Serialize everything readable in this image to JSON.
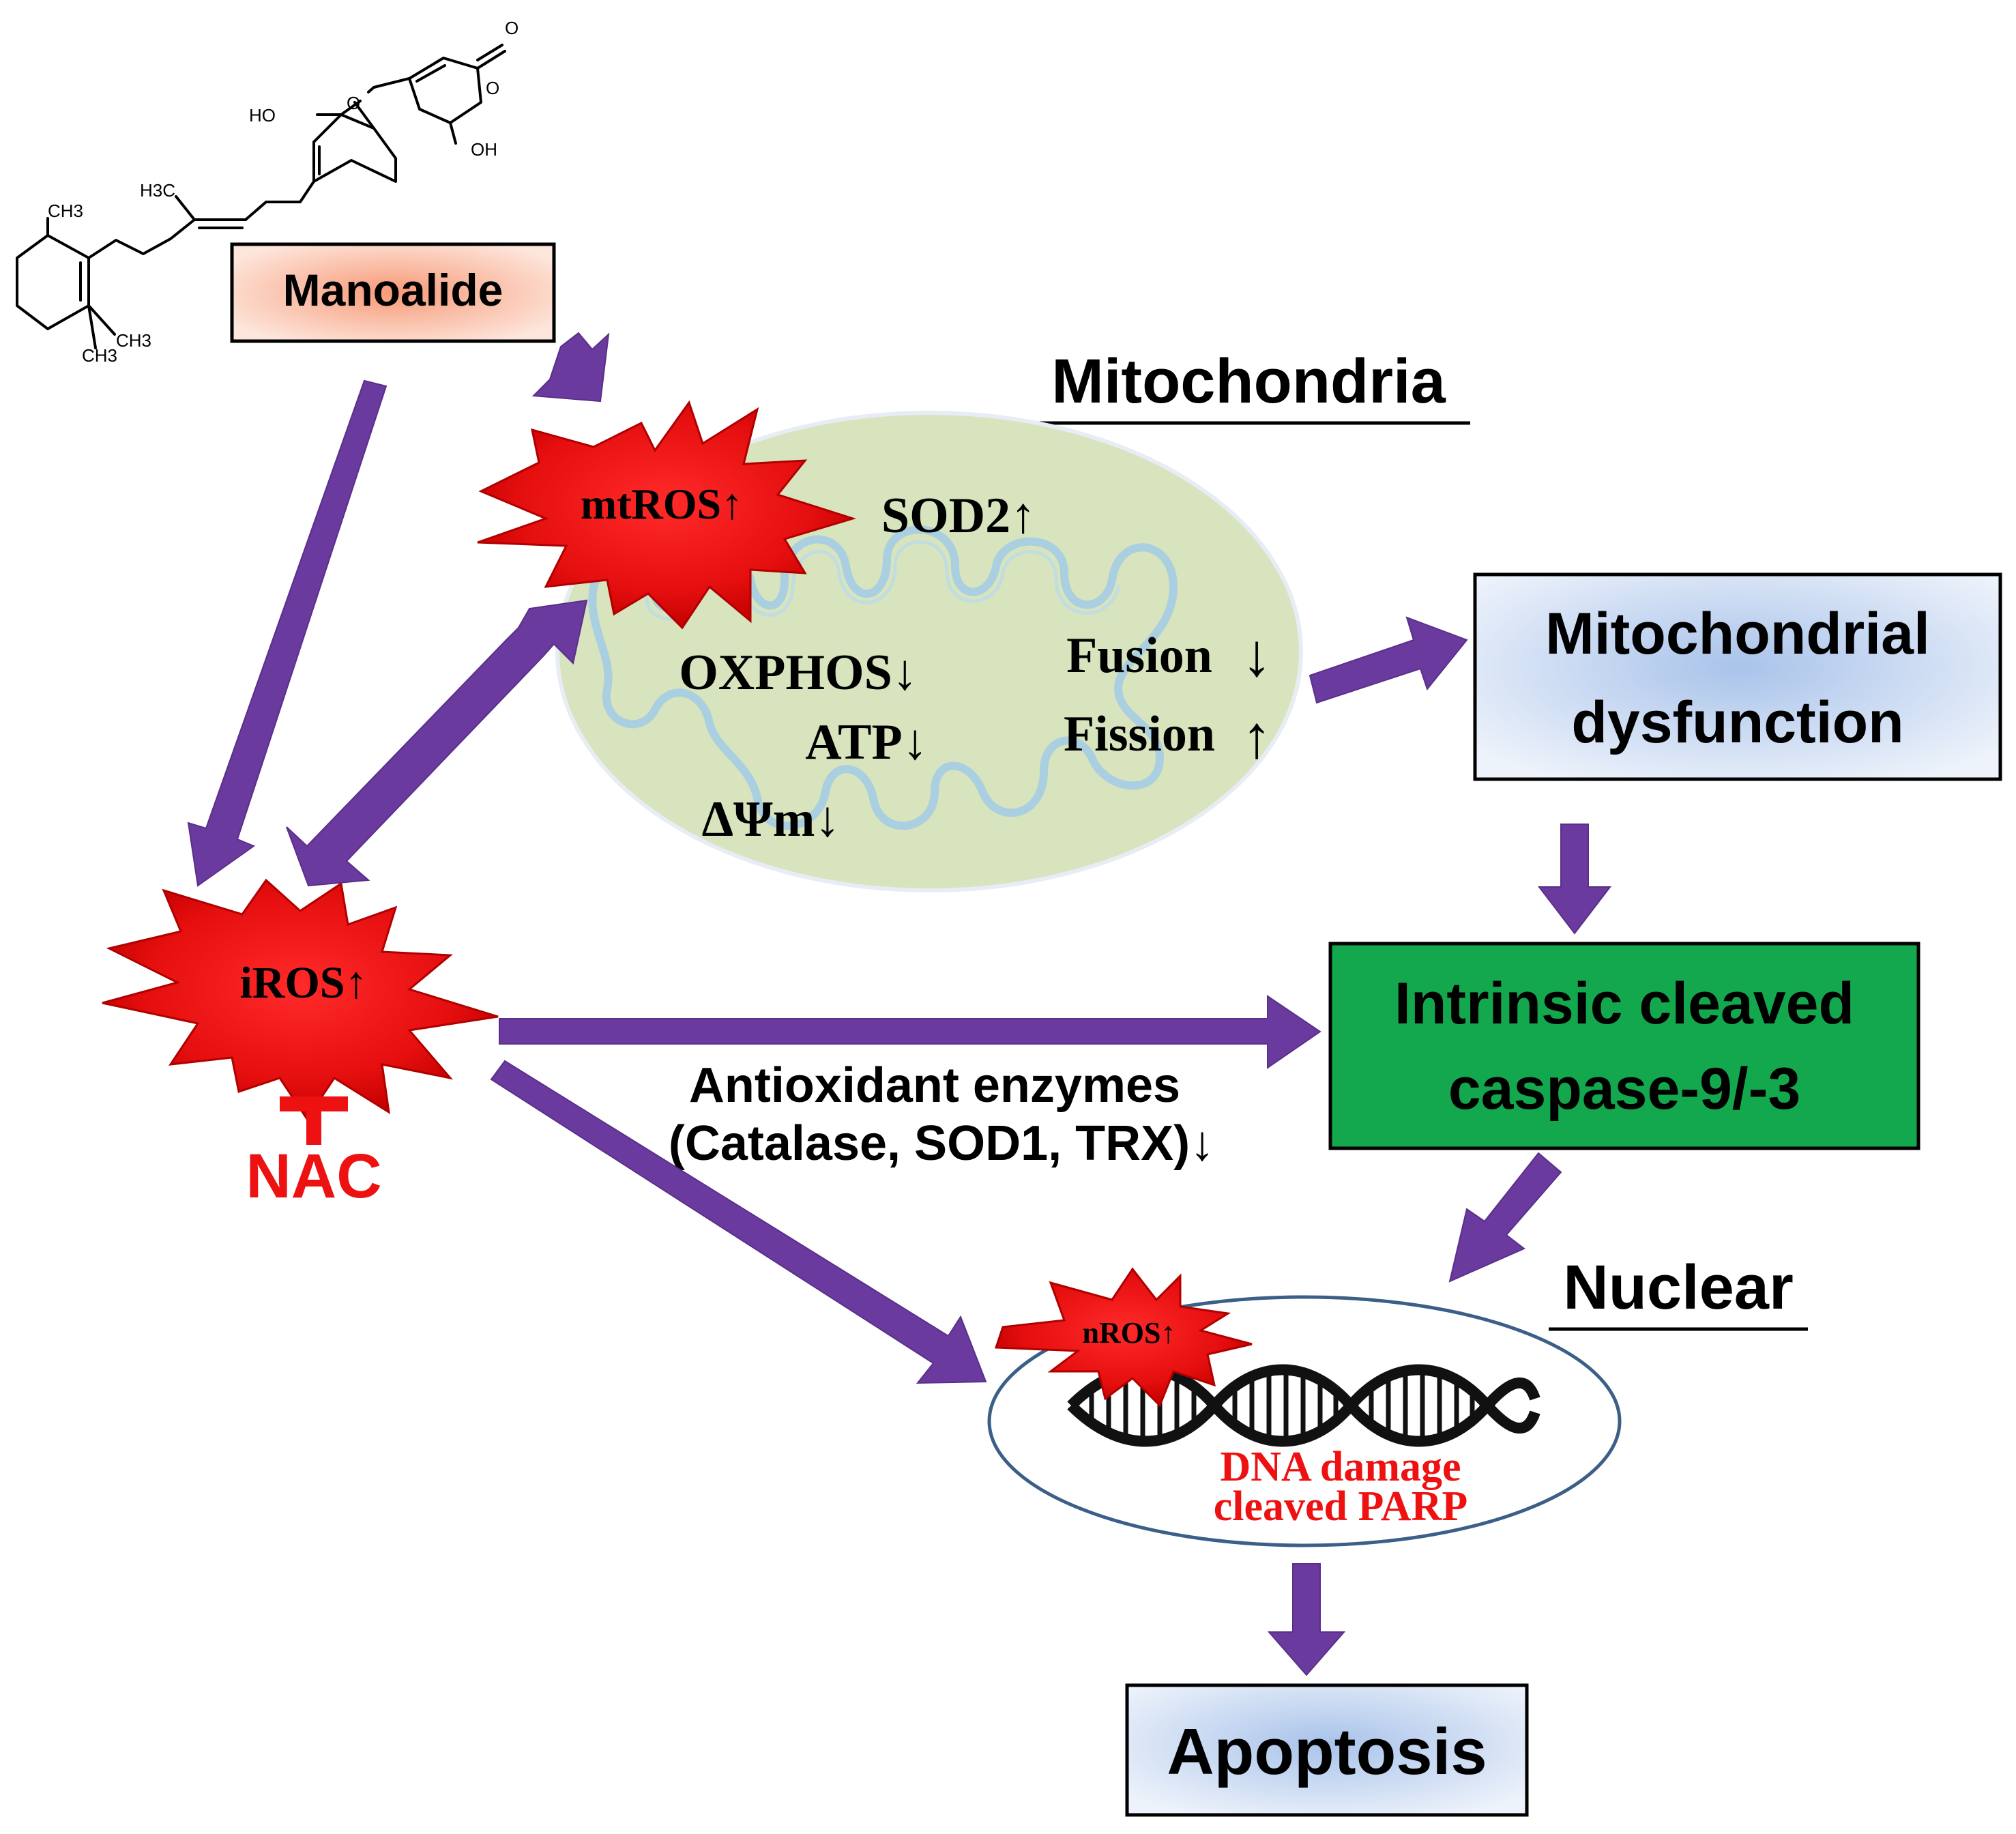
{
  "structure": {
    "ho_top": "HO",
    "oh_bottom": "OH",
    "o_ring": "O",
    "o_lactone": "O",
    "o_carbonyl": "O",
    "ch3_top_left": "CH3",
    "h3c_middle": "H3C",
    "ch3_gem_right": "CH3",
    "ch3_gem_down": "CH3"
  },
  "labels": {
    "manoalide": "Manoalide",
    "mitochondria": "Mitochondria",
    "mtros": "mtROS↑",
    "sod2": "SOD2↑",
    "oxphos": "OXPHOS↓",
    "atp": "ATP↓",
    "dpsi": "ΔΨm↓",
    "fusion": "Fusion",
    "fission": "Fission",
    "fusion_arrow": "↓",
    "fission_arrow": "↑",
    "mito_dysfunction_line1": "Mitochondrial",
    "mito_dysfunction_line2": "dysfunction",
    "iros": "iROS↑",
    "nac": "NAC",
    "antiox_line1": "Antioxidant enzymes",
    "antiox_line2": "(Catalase, SOD1, TRX)↓",
    "caspase_line1": "Intrinsic cleaved",
    "caspase_line2": "caspase-9/-3",
    "nuclear": "Nuclear",
    "nros": "nROS↑",
    "dna_damage": "DNA damage",
    "cleaved_parp": "cleaved PARP",
    "apoptosis": "Apoptosis"
  },
  "colors": {
    "arrow": "#6a3a9e",
    "burst": "#ee1111",
    "mito_fill": "#d7e4bd",
    "mito_membrane": "#aacfe0",
    "caspase_fill": "#14a84e",
    "inhibitor_red": "#ee1111",
    "manoalide_fill": "#f7b8a0",
    "blue_box_fill": "#c6d6ee",
    "nucleus_stroke": "#3b5f86"
  }
}
